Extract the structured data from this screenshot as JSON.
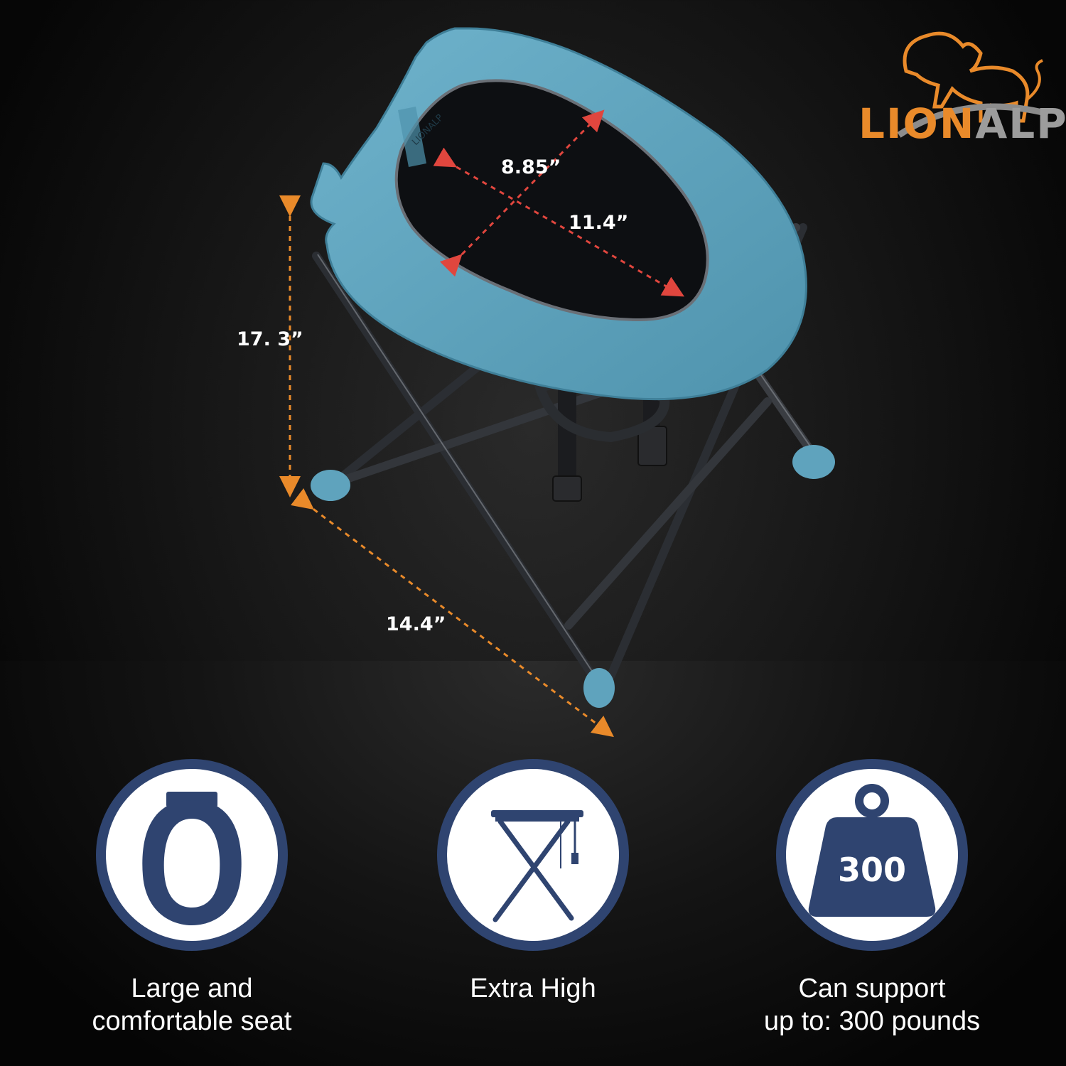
{
  "brand": {
    "name_part1": "LION",
    "name_part2": "ALP",
    "seat_logo": "LIONALP"
  },
  "dimensions": {
    "seat_width": "8.85”",
    "seat_length": "11.4”",
    "height": "17. 3”",
    "depth": "14.4”"
  },
  "features": [
    {
      "icon": "toilet-seat-icon",
      "line1": "Large and",
      "line2": "comfortable seat"
    },
    {
      "icon": "folding-stool-icon",
      "line1": "Extra High",
      "line2": ""
    },
    {
      "icon": "weight-icon",
      "weight_label": "300",
      "line1": "Can support",
      "line2": "up to: 300 pounds"
    }
  ],
  "colors": {
    "seat_blue": "#5fa3bd",
    "accent_orange": "#e98a2a",
    "dimension_red": "#e0463e",
    "badge_navy": "#2f4470"
  }
}
